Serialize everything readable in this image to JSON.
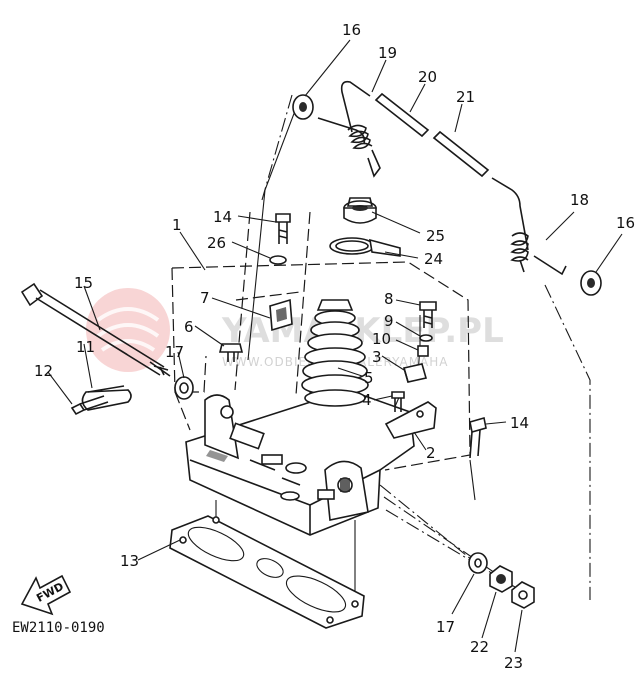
{
  "diagram_code": "EW2110-0190",
  "fwd_label": "FWD",
  "watermark": {
    "main": "YAMASKLEP.PL",
    "sub": "WWW.ODBIERCZ DEALERYAMAHA"
  },
  "callouts": {
    "c1": "1",
    "c2": "2",
    "c3": "3",
    "c4": "4",
    "c5": "5",
    "c6": "6",
    "c7": "7",
    "c8": "8",
    "c9": "9",
    "c10": "10",
    "c11": "11",
    "c12": "12",
    "c13": "13",
    "c14a": "14",
    "c14b": "14",
    "c15": "15",
    "c16a": "16",
    "c16b": "16",
    "c17a": "17",
    "c17b": "17",
    "c18": "18",
    "c19": "19",
    "c20": "20",
    "c21": "21",
    "c22": "22",
    "c23": "23",
    "c24": "24",
    "c25": "25",
    "c26": "26"
  },
  "colors": {
    "ink": "#1a1a1a",
    "watermark": "#d9d9d9",
    "logo": "#f3b3b3"
  }
}
